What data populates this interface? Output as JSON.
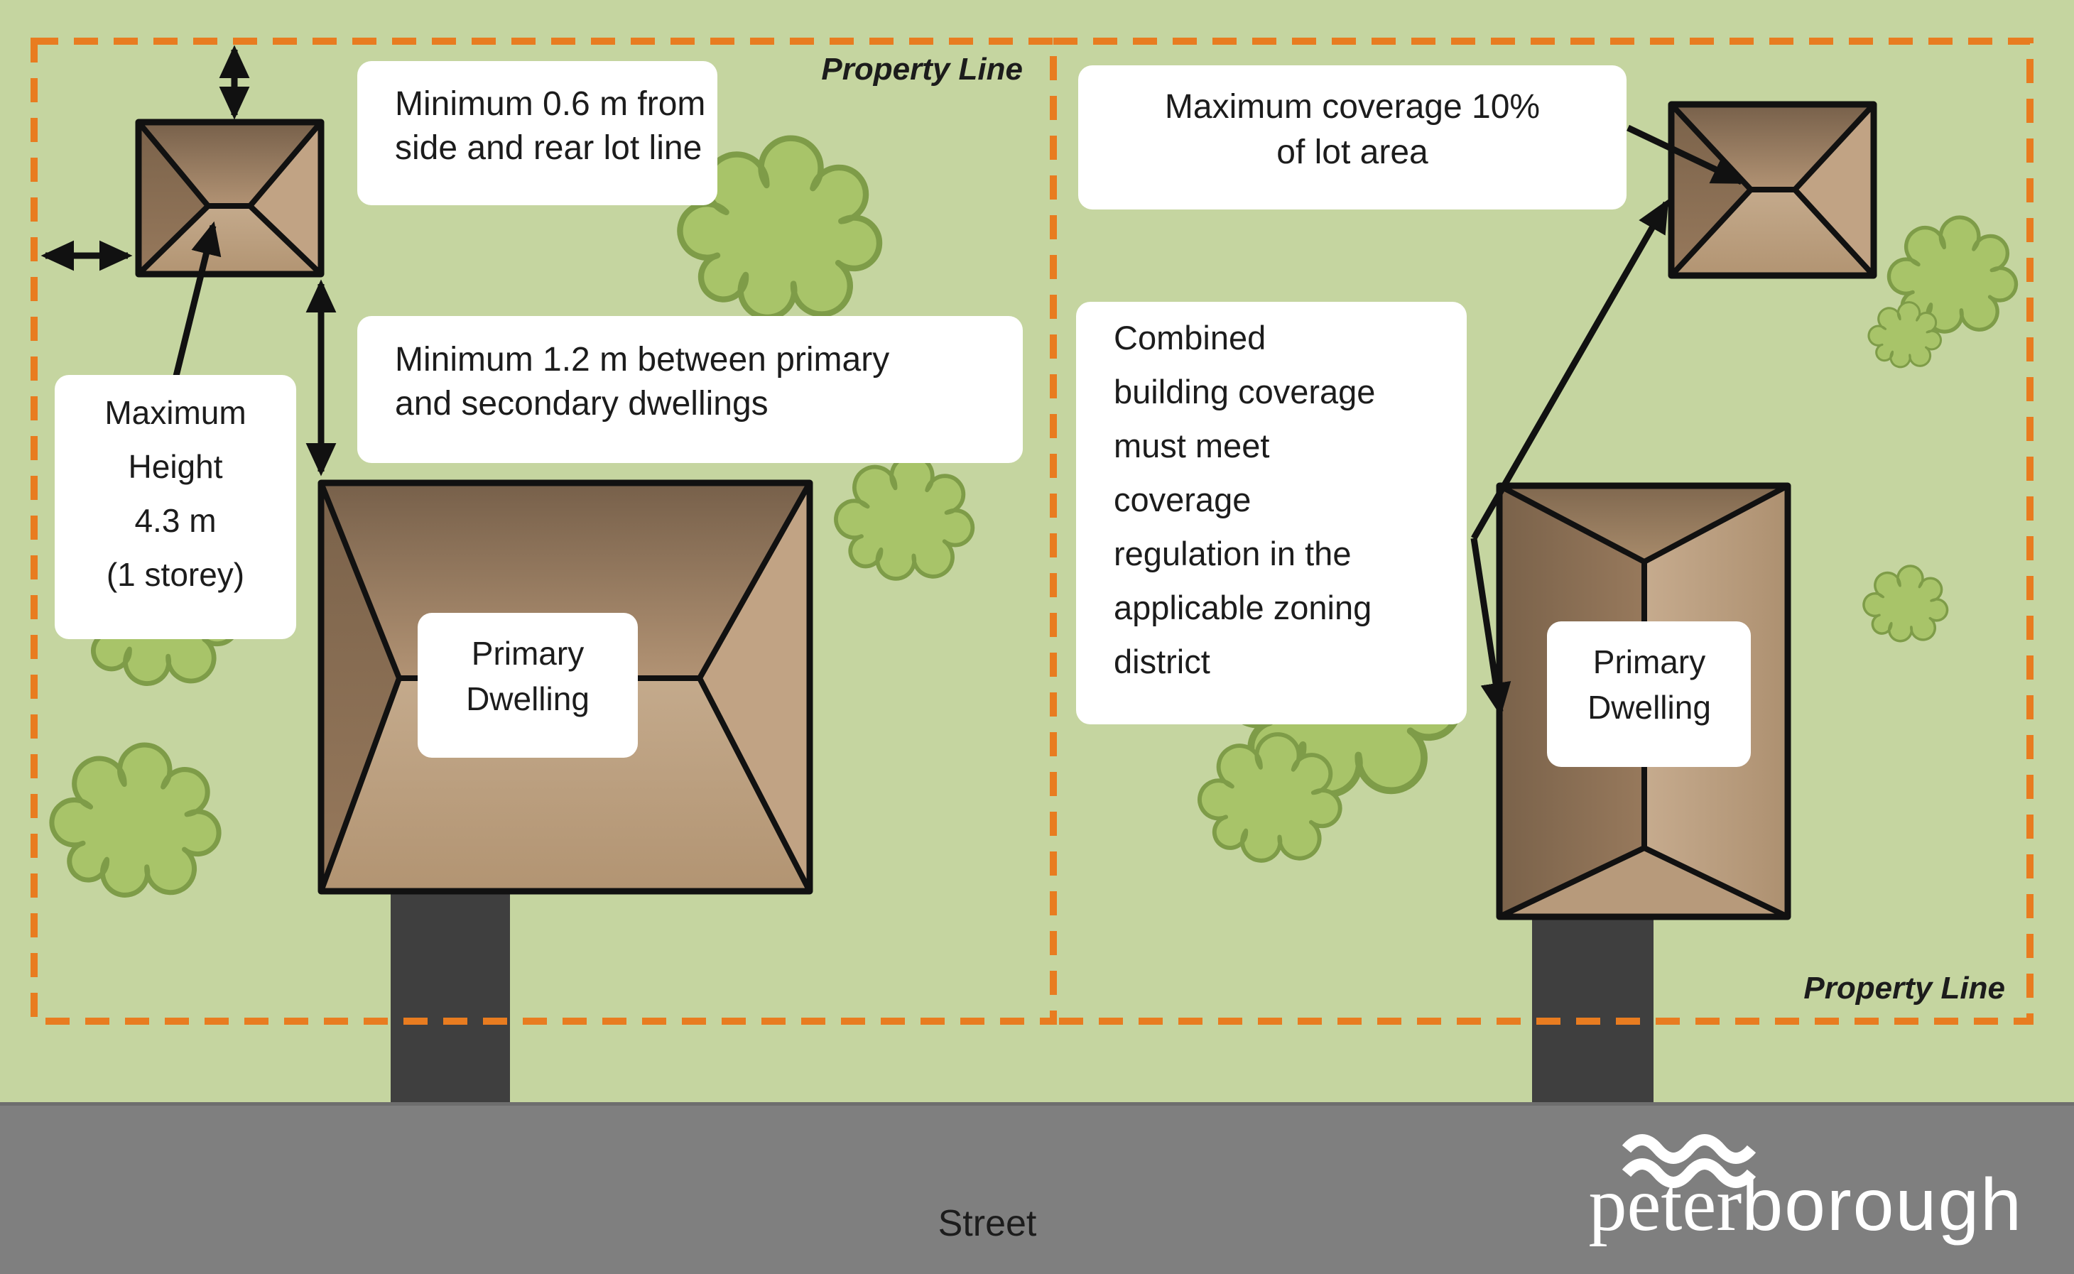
{
  "diagram": {
    "street_label": "Street",
    "property_line_label": "Property Line",
    "callouts": {
      "setback": [
        "Minimum 0.6 m from",
        "side and rear lot line"
      ],
      "separation": [
        "Minimum 1.2 m between primary",
        "and secondary dwellings"
      ],
      "max_height": [
        "Maximum",
        "Height",
        "4.3 m",
        "(1 storey)"
      ],
      "max_coverage": [
        "Maximum coverage 10%",
        "of lot area"
      ],
      "combined_coverage": [
        "Combined",
        "building coverage",
        "must meet",
        "coverage",
        "regulation in the",
        "applicable zoning",
        "district"
      ],
      "primary_dwelling": [
        "Primary",
        "Dwelling"
      ]
    },
    "logo": {
      "word_serif": "peter",
      "word_sans": "borough"
    },
    "icons": {
      "bush": "shrub-top-view-icon",
      "waves": "peterborough-waves-icon",
      "arrow": "measurement-arrow-icon"
    },
    "colors": {
      "lawn": "#c5d5a0",
      "street": "#7f7f7f",
      "street_edge": "#6e6e6e",
      "property_line": "#e87c20",
      "driveway": "#3f3f3f",
      "roof_dark": "#7a624a",
      "roof_mid": "#9a7d60",
      "roof_light": "#c1a384",
      "outline": "#111111",
      "bush_fill": "#a8c469",
      "bush_stroke": "#7e9c48",
      "label_bg": "#ffffff",
      "text": "#1c1c1c",
      "logo_text": "#ffffff"
    }
  }
}
